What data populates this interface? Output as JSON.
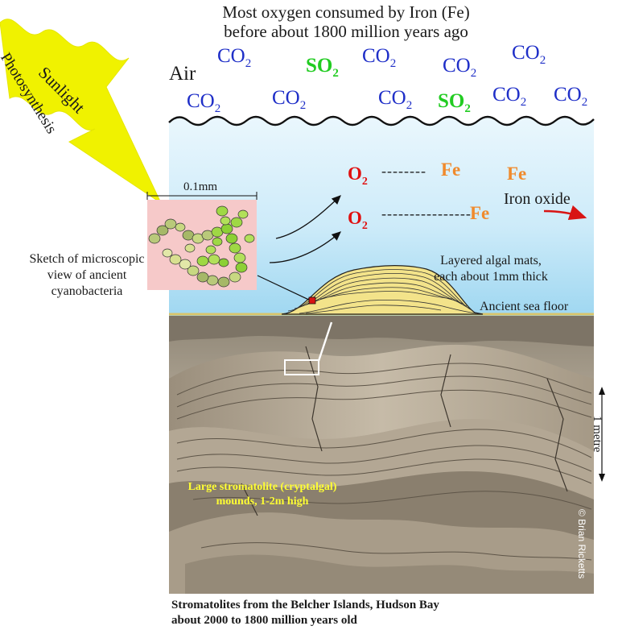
{
  "title": {
    "line1": "Most oxygen consumed by Iron (Fe)",
    "line2": "before about 1800 million years ago"
  },
  "air_label": "Air",
  "gases": {
    "co2_main": "CO",
    "so2_main": "SO",
    "subscript": "2"
  },
  "sunlight": {
    "word1": "Sunlight",
    "word2": "Photosynthesis"
  },
  "oxidation": {
    "o2_main": "O",
    "fe_label": "Fe",
    "iron_oxide_label": "Iron oxide",
    "dashes": "--------"
  },
  "microscope": {
    "scale_label": "0.1mm",
    "sketch_caption": "Sketch of microscopic view of ancient cyanobacteria",
    "sketch_line1": "Sketch of microscopic",
    "sketch_line2": "view of ancient",
    "sketch_line3": "cyanobacteria"
  },
  "mats": {
    "line1": "Layered algal mats,",
    "line2": "each about 1mm thick"
  },
  "sea_floor_label": "Ancient sea floor",
  "photo": {
    "overlay_line1": "Large stromatolite (cryptalgal)",
    "overlay_line2": "mounds, 1-2m high",
    "scale_label": "1 metre",
    "credit": "© Brian Ricketts"
  },
  "caption": {
    "line1": "Stromatolites from the Belcher Islands, Hudson Bay",
    "line2": "about 2000 to 1800 million years old"
  },
  "colors": {
    "co2": "#1f2fc8",
    "so2": "#22cc22",
    "o2": "#e01010",
    "fe": "#f08a2c",
    "sunlight_arrow": "#f0f200",
    "overlay_text": "#ffff33",
    "sketch_bg": "#f6c9c9",
    "sea_top": "#e2f4fc",
    "sea_bottom": "#a8dcf3"
  }
}
